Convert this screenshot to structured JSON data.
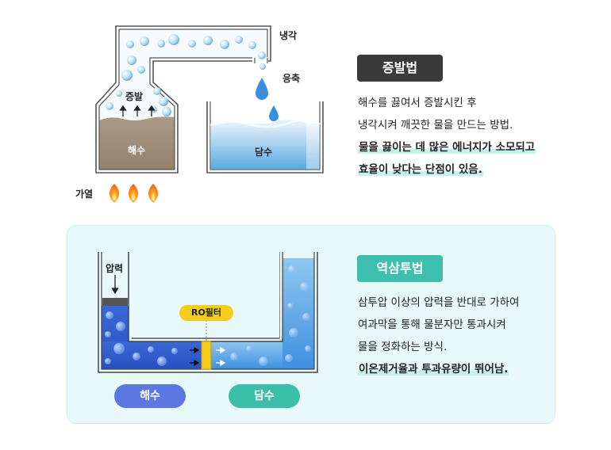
{
  "evaporation": {
    "title": "증발법",
    "label_cooling": "냉각",
    "label_condensation": "응축",
    "label_evaporation": "증발",
    "label_seawater": "해수",
    "label_freshwater": "담수",
    "label_heating": "가열",
    "desc_lines": [
      "해수를 끓여서 증발시킨 후",
      "냉각시켜 깨끗한 물을 만드는 방법."
    ],
    "highlight_lines": [
      "물을 끓이는 데 많은 에너지가 소모되고",
      "효율이 낮다는 단점이 있음."
    ],
    "colors": {
      "tag_bg": "#3a3a3a"
    }
  },
  "reverse_osmosis": {
    "title": "역삼투법",
    "label_pressure": "압력",
    "label_ro_filter": "RO필터",
    "pill_seawater": "해수",
    "pill_freshwater": "담수",
    "desc_lines": [
      "삼투압 이상의 압력을 반대로 가하여",
      "여과막을 통해 물분자만 통과시켜",
      "물을 정화하는 방식."
    ],
    "highlight_lines": [
      "이온제거율과 투과유량이 뛰어남."
    ],
    "colors": {
      "tag_bg": "#3dbfae",
      "pill_seawater": "#5a78e0",
      "pill_freshwater": "#3cbfa8",
      "filter": "#f4cc1d"
    }
  }
}
